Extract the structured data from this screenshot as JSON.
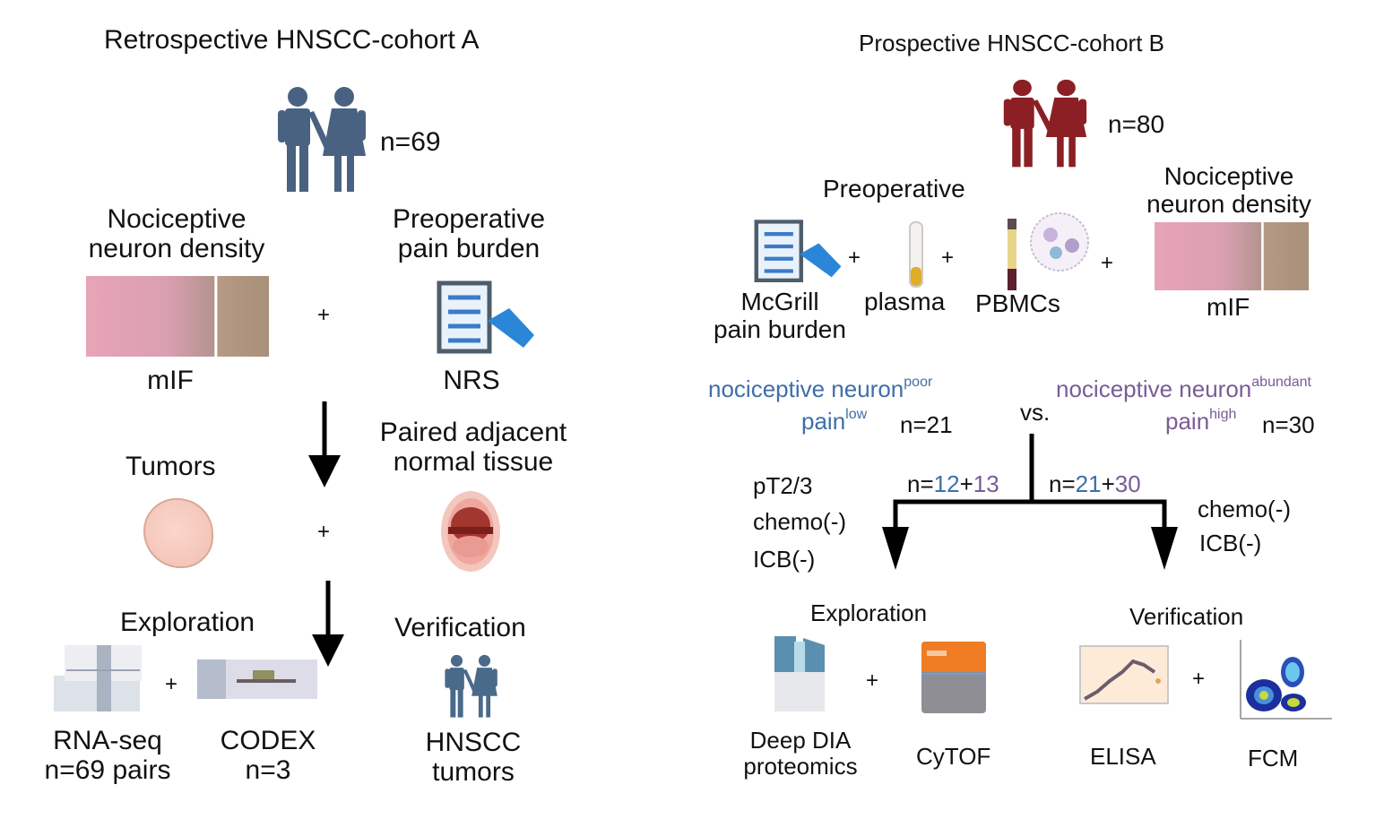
{
  "cohort_a": {
    "title": "Retrospective HNSCC-cohort A",
    "n": "n=69",
    "people_color": "#4a6282",
    "neuron_density_label_1": "Nociceptive",
    "neuron_density_label_2": "neuron density",
    "pain_label_1": "Preoperative",
    "pain_label_2": "pain burden",
    "mif_label": "mIF",
    "nrs_label": "NRS",
    "plus": "+",
    "tumors_label": "Tumors",
    "adjacent_label_1": "Paired adjacent",
    "adjacent_label_2": "normal tissue",
    "exploration_label": "Exploration",
    "verification_label": "Verification",
    "rnaseq_label_1": "RNA-seq",
    "rnaseq_label_2": "n=69 pairs",
    "codex_label_1": "CODEX",
    "codex_label_2": "n=3",
    "hnscc_label_1": "HNSCC",
    "hnscc_label_2": "tumors"
  },
  "cohort_b": {
    "title": "Prospective HNSCC-cohort B",
    "n": "n=80",
    "people_color": "#8b1f24",
    "preoperative_label": "Preoperative",
    "neuron_density_label_1": "Nociceptive",
    "neuron_density_label_2": "neuron density",
    "mcgill_label_1": "McGrill",
    "mcgill_label_2": "pain burden",
    "plasma_label": "plasma",
    "pbmcs_label": "PBMCs",
    "mif_label": "mIF",
    "plus": "+",
    "group_low": {
      "line1": "nociceptive neuron",
      "sup1": "poor",
      "line2": "pain",
      "sup2": "low",
      "n": "n=21",
      "color": "#3f6ea8"
    },
    "vs": "vs.",
    "group_high": {
      "line1": "nociceptive neuron",
      "sup1": "abundant",
      "line2": "pain",
      "sup2": "high",
      "n": "n=30",
      "color": "#7a5c96"
    },
    "left_branch": {
      "prefix": "n=",
      "a": "12",
      "plus": "+",
      "b": "13",
      "criteria": [
        "pT2/3",
        "chemo(-)",
        "ICB(-)"
      ]
    },
    "right_branch": {
      "prefix": "n=",
      "a": "21",
      "plus": "+",
      "b": "30",
      "criteria": [
        "chemo(-)",
        "ICB(-)"
      ]
    },
    "exploration_label": "Exploration",
    "verification_label": "Verification",
    "dia_label_1": "Deep DIA",
    "dia_label_2": "proteomics",
    "cytof_label": "CyTOF",
    "elisa_label": "ELISA",
    "fcm_label": "FCM"
  }
}
